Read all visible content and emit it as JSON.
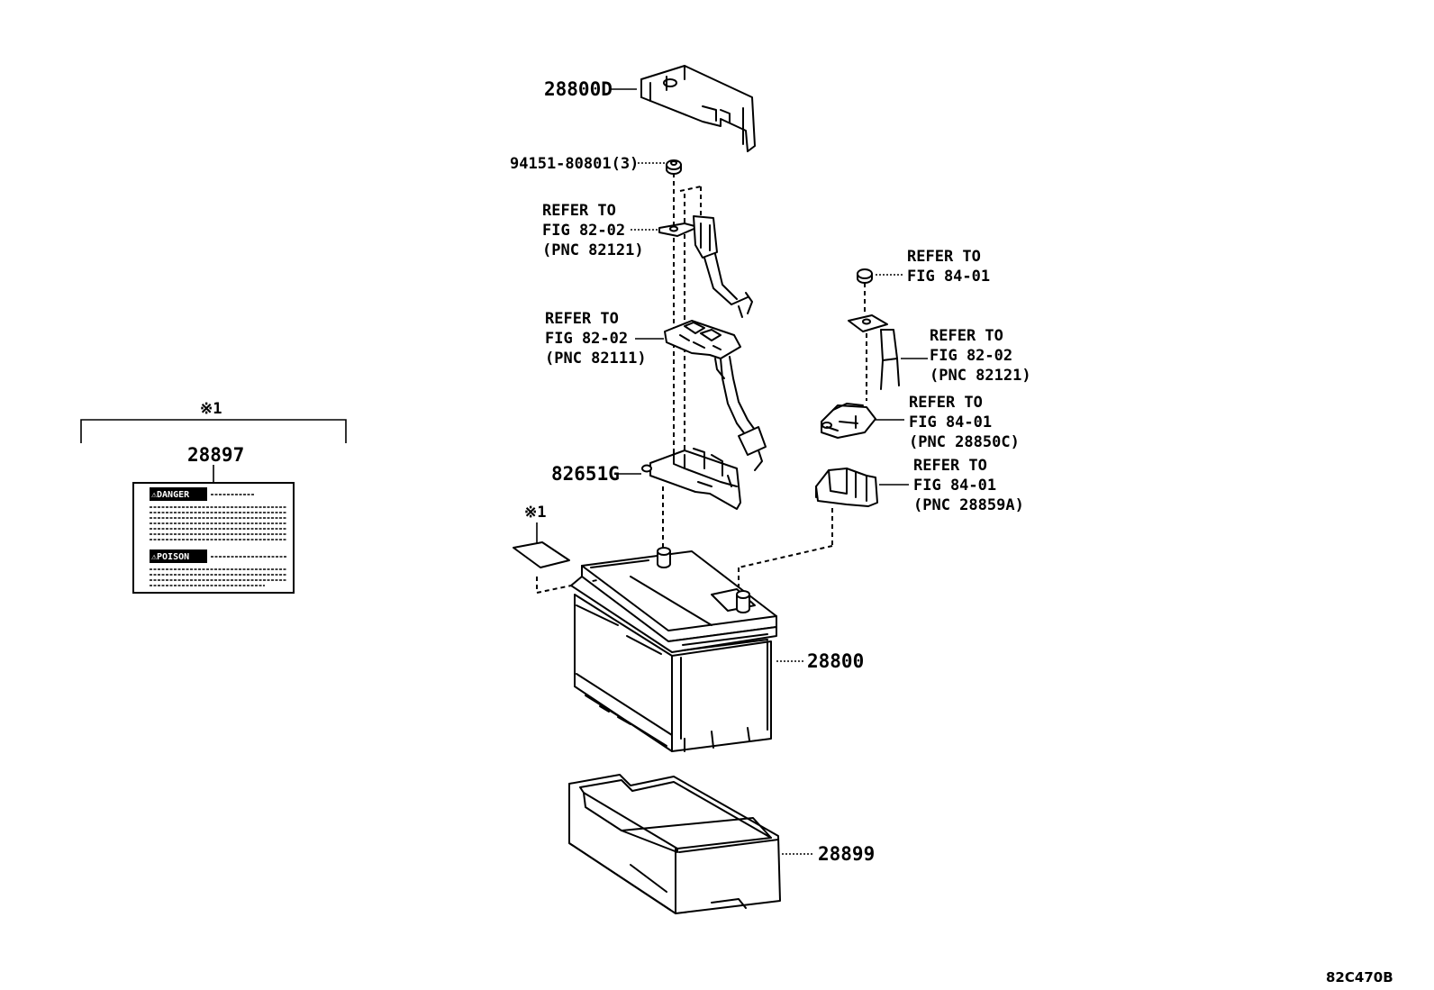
{
  "diagram": {
    "code": "82C470B",
    "note_mark": "※1",
    "parts": {
      "p28800D": "28800D",
      "p94151": "94151-80801(3)",
      "p82651G": "82651G",
      "p28800": "28800",
      "p28899": "28899",
      "p28897": "28897"
    },
    "refs": {
      "r1": [
        "REFER TO",
        "FIG 82-02",
        "(PNC 82121)"
      ],
      "r2": [
        "REFER TO",
        "FIG 82-02",
        "(PNC 82111)"
      ],
      "r3": [
        "REFER TO",
        "FIG 84-01"
      ],
      "r4": [
        "REFER TO",
        "FIG 82-02",
        "(PNC 82121)"
      ],
      "r5": [
        "REFER TO",
        "FIG 84-01",
        "(PNC 28850C)"
      ],
      "r6": [
        "REFER TO",
        "FIG 84-01",
        "(PNC 28859A)"
      ]
    },
    "label_card": {
      "danger": "⚠DANGER",
      "poison": "⚠POISON"
    }
  }
}
